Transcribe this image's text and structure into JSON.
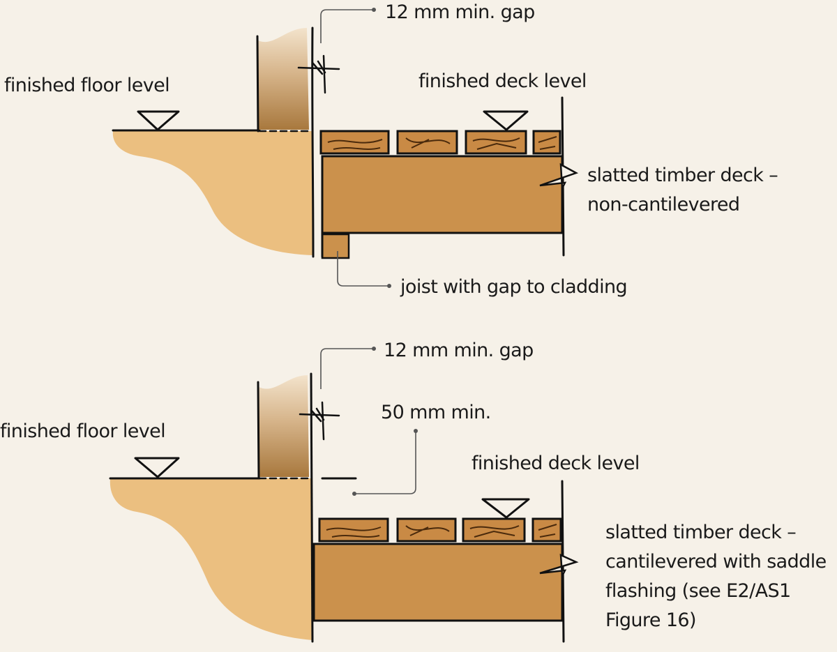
{
  "colors": {
    "background": "#f6f1e8",
    "floor_fill": "#ebbf80",
    "wall_light": "#f3e3cc",
    "wall_dark": "#a8783d",
    "joist_fill": "#cb914c",
    "board_fill": "#c98a45",
    "ink": "#111111",
    "leader": "#555555"
  },
  "top_detail": {
    "gap_label": "12 mm min. gap",
    "floor_label": "finished floor level",
    "deck_label": "finished deck level",
    "deck_type_line1": "slatted timber deck –",
    "deck_type_line2": "non-cantilevered",
    "joist_label": "joist with gap to cladding"
  },
  "bottom_detail": {
    "gap_label": "12 mm min. gap",
    "min_height_label": "50 mm min.",
    "floor_label": "finished floor level",
    "deck_label": "finished deck level",
    "deck_type_line1": "slatted timber deck –",
    "deck_type_line2": "cantilevered with saddle",
    "deck_type_line3": "flashing (see E2/AS1",
    "deck_type_line4": "Figure 16)"
  }
}
